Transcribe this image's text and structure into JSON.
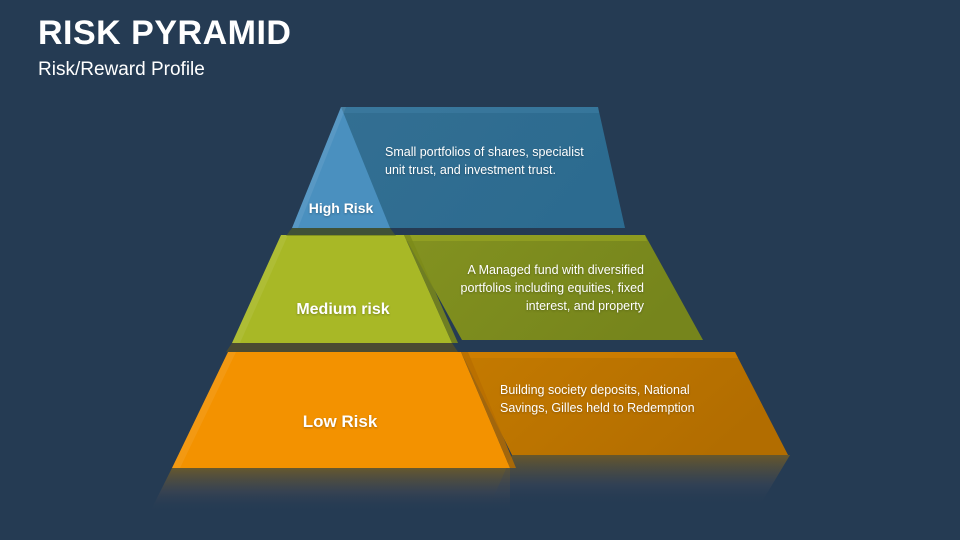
{
  "slide": {
    "background_color": "#253b53",
    "title": "RISK PYRAMID",
    "subtitle": "Risk/Reward Profile"
  },
  "pyramid": {
    "tiers": [
      {
        "id": "high-risk",
        "label": "High Risk",
        "description": "Small portfolios of shares, specialist unit trust, and investment trust.",
        "front_color": "#4a90bf",
        "side_color": "#2f6f94",
        "position": "top"
      },
      {
        "id": "medium-risk",
        "label": "Medium risk",
        "description": "A Managed fund with diversified portfolios including equities, fixed interest, and property",
        "front_color": "#a8b826",
        "side_color": "#7f8f20",
        "position": "middle"
      },
      {
        "id": "low-risk",
        "label": "Low Risk",
        "description": "Building society deposits, National Savings, Gilles held to Redemption",
        "front_color": "#f39200",
        "side_color": "#c07700",
        "position": "bottom"
      }
    ]
  }
}
